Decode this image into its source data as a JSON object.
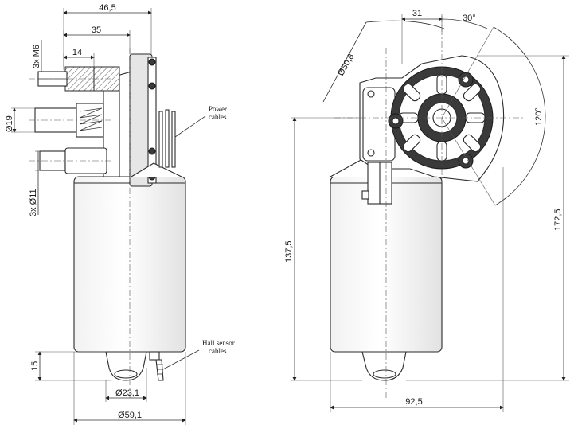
{
  "dimensions": {
    "side_total_depth": "46,5",
    "side_flange_depth": "35",
    "side_thread_depth": "14",
    "side_thread_spec": "3x M6",
    "side_shaft_dia": "Ø19",
    "side_boss_dia": "3x Ø11",
    "side_bottom_height": "15",
    "side_bottom_boss_dia": "Ø23,1",
    "side_motor_dia": "Ø59,1",
    "front_offset": "31",
    "front_angle_small": "30°",
    "front_bolt_circle": "Ø50,8",
    "front_angle_large": "120°",
    "front_height_motor": "137,5",
    "front_height_total": "172,5",
    "front_width": "92,5"
  },
  "notes": {
    "power_cables": "Power\ncables",
    "power_line1": "Power",
    "power_line2": "cables",
    "hall_line1": "Hall sensor",
    "hall_line2": "cables"
  }
}
